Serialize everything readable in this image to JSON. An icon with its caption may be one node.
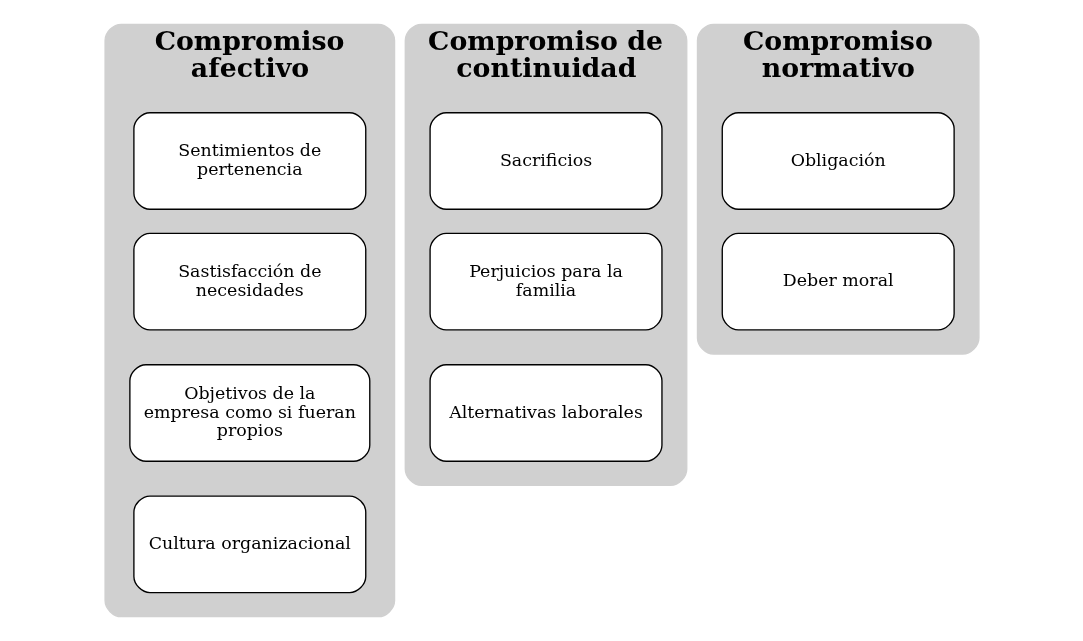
{
  "diagram": {
    "nodes": [
      {
        "text": [
          "Compromiso afectivo"
        ]
      },
      {
        "text": [
          "Sentimientos de pertenencia"
        ],
        "in": 0
      },
      {
        "text": [
          "Sastisfacción de necesidades"
        ],
        "in": 0
      },
      {
        "text": [
          "Objetivos de la empresa como si fueran propios"
        ],
        "in": 0
      },
      {
        "text": [
          "Cultura organizacional"
        ],
        "in": 0
      },
      {
        "text": [
          "Compromiso de continuidad"
        ]
      },
      {
        "text": [
          "Sacrificios"
        ],
        "in": 5
      },
      {
        "text": [
          "Perjuicios para la familia"
        ],
        "in": 5
      },
      {
        "text": [
          "Alternativas laborales"
        ],
        "in": 5
      },
      {
        "text": [
          "Compromiso normativo"
        ]
      },
      {
        "text": [
          "Obligación"
        ],
        "in": 9
      },
      {
        "text": [
          "Deber moral"
        ],
        "in": 9
      }
    ],
    "edges": []
  }
}
